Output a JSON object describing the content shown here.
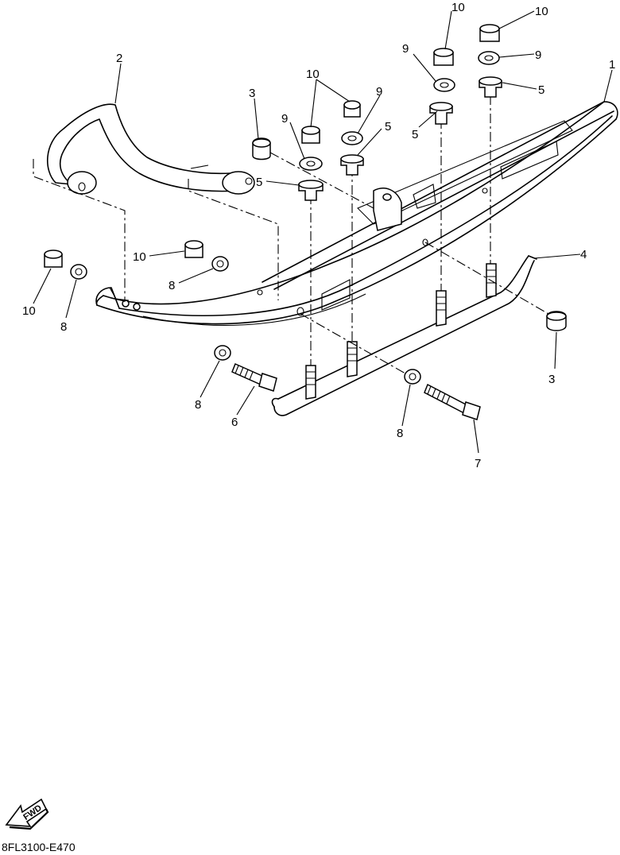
{
  "callouts": {
    "c1": "1",
    "c2": "2",
    "c3a": "3",
    "c3b": "3",
    "c4": "4",
    "c5a": "5",
    "c5b": "5",
    "c5c": "5",
    "c5d": "5",
    "c6": "6",
    "c7": "7",
    "c8a": "8",
    "c8b": "8",
    "c8c": "8",
    "c8d": "8",
    "c9a": "9",
    "c9b": "9",
    "c9c": "9",
    "c9d": "9",
    "c10a": "10",
    "c10b": "10",
    "c10c": "10",
    "c10d": "10",
    "c10e": "10"
  },
  "fwd_label": "FWD",
  "drawing_code": "8FL3100-E470"
}
